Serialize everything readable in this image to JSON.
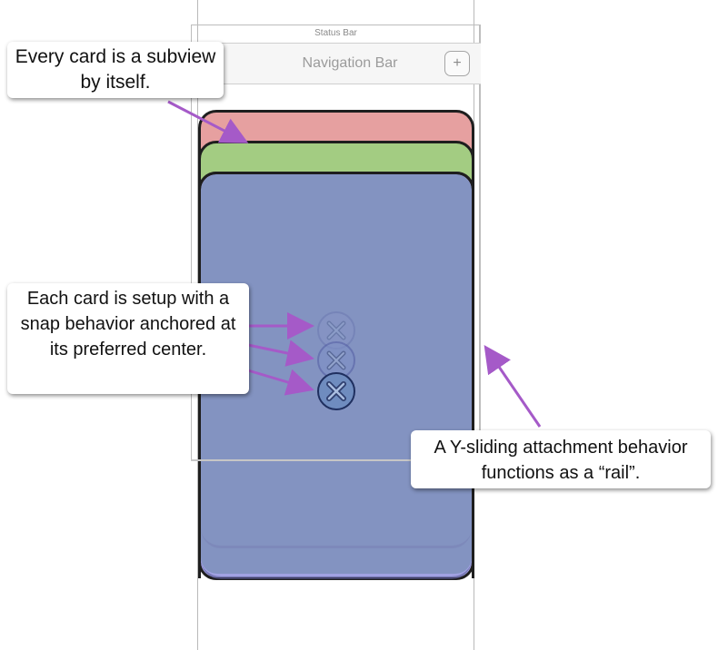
{
  "phone": {
    "status_bar_label": "Status Bar",
    "navigation_bar_title": "Navigation Bar",
    "add_button_label": "+"
  },
  "callouts": {
    "every_card": "Every card is a subview by itself.",
    "snap_behavior": "Each card is setup with a snap behavior anchored at its preferred center.",
    "rail": "A Y-sliding attachment behavior functions as a “rail”."
  },
  "colors": {
    "card_red": "#e6a0a0",
    "card_green": "#a3cc82",
    "card_blue": "#a1a2e2",
    "arrow": "#a55ac8"
  },
  "icons": {
    "close": "close-x-icon",
    "add": "plus-icon"
  }
}
